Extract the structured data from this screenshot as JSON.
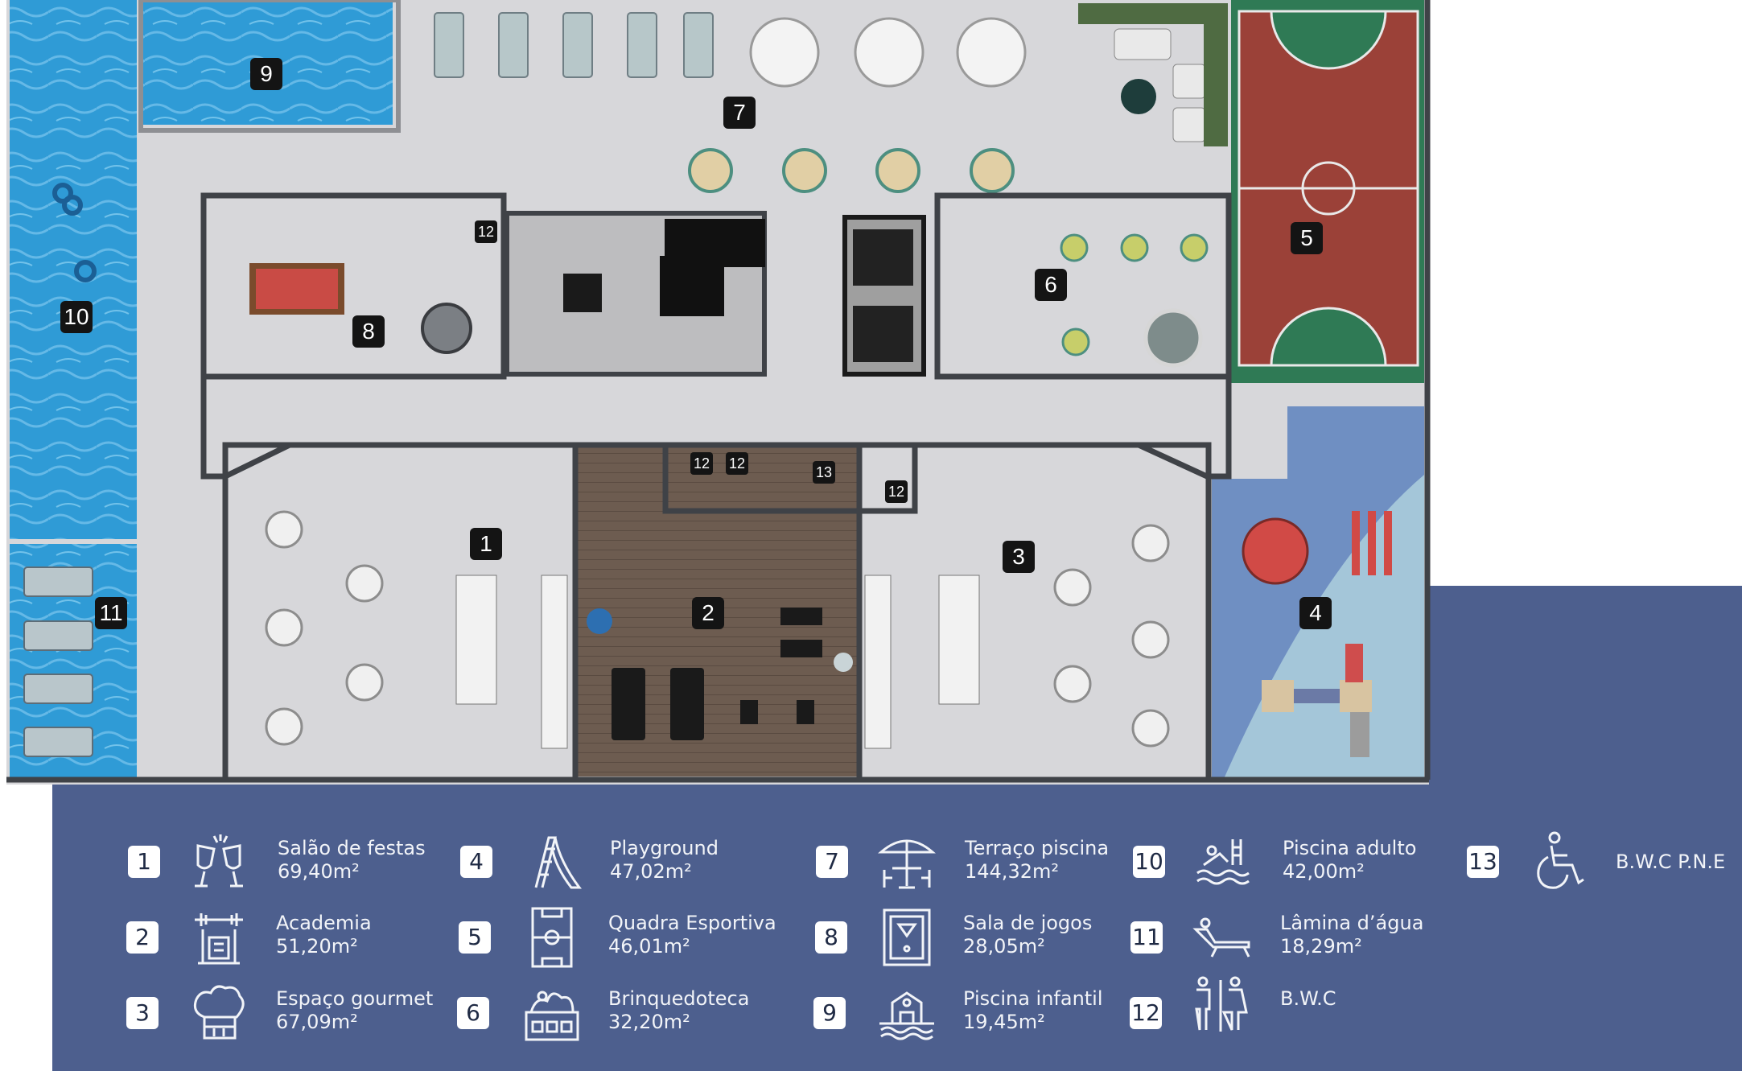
{
  "colors": {
    "pool_water": "#2f9bd6",
    "floor": "#d6d6d9",
    "wall": "#3f4247",
    "court_red": "#9b4138",
    "court_green": "#2f7a55",
    "playground_floor": "#6f8fc2",
    "gym_wood": "#6b5a4e",
    "legend_band": "#4d5f8e",
    "legend_text": "#f2f4f8",
    "marker_bg": "#141414"
  },
  "plan_markers": [
    {
      "id": "m1",
      "label": "1"
    },
    {
      "id": "m2",
      "label": "2"
    },
    {
      "id": "m3",
      "label": "3"
    },
    {
      "id": "m4",
      "label": "4"
    },
    {
      "id": "m5",
      "label": "5"
    },
    {
      "id": "m6",
      "label": "6"
    },
    {
      "id": "m7",
      "label": "7"
    },
    {
      "id": "m8",
      "label": "8"
    },
    {
      "id": "m9",
      "label": "9"
    },
    {
      "id": "m10",
      "label": "10"
    },
    {
      "id": "m11",
      "label": "11"
    },
    {
      "id": "m12a",
      "label": "12"
    },
    {
      "id": "m12b",
      "label": "12"
    },
    {
      "id": "m12c",
      "label": "12"
    },
    {
      "id": "m12d",
      "label": "12"
    },
    {
      "id": "m13",
      "label": "13"
    }
  ],
  "legend": {
    "items": [
      {
        "number": "1",
        "name": "Salão de festas",
        "area": "69,40m²",
        "icon": "toast-glasses-icon"
      },
      {
        "number": "2",
        "name": "Academia",
        "area": "51,20m²",
        "icon": "weight-machine-icon"
      },
      {
        "number": "3",
        "name": "Espaço gourmet",
        "area": "67,09m²",
        "icon": "chef-hat-icon"
      },
      {
        "number": "4",
        "name": "Playground",
        "area": "47,02m²",
        "icon": "slide-icon"
      },
      {
        "number": "5",
        "name": "Quadra Esportiva",
        "area": "46,01m²",
        "icon": "sports-court-icon"
      },
      {
        "number": "6",
        "name": "Brinquedoteca",
        "area": "32,20m²",
        "icon": "toy-box-icon"
      },
      {
        "number": "7",
        "name": "Terraço piscina",
        "area": "144,32m²",
        "icon": "umbrella-table-icon"
      },
      {
        "number": "8",
        "name": "Sala de jogos",
        "area": "28,05m²",
        "icon": "pool-table-icon"
      },
      {
        "number": "9",
        "name": "Piscina infantil",
        "area": "19,45m²",
        "icon": "kids-pool-icon"
      },
      {
        "number": "10",
        "name": "Piscina adulto",
        "area": "42,00m²",
        "icon": "swimmer-icon"
      },
      {
        "number": "11",
        "name": "Lâmina d’água",
        "area": "18,29m²",
        "icon": "sun-lounger-icon"
      },
      {
        "number": "12",
        "name": "B.W.C",
        "area": "",
        "icon": "restroom-icon"
      },
      {
        "number": "13",
        "name": "B.W.C P.N.E",
        "area": "",
        "icon": "wheelchair-icon"
      }
    ]
  }
}
